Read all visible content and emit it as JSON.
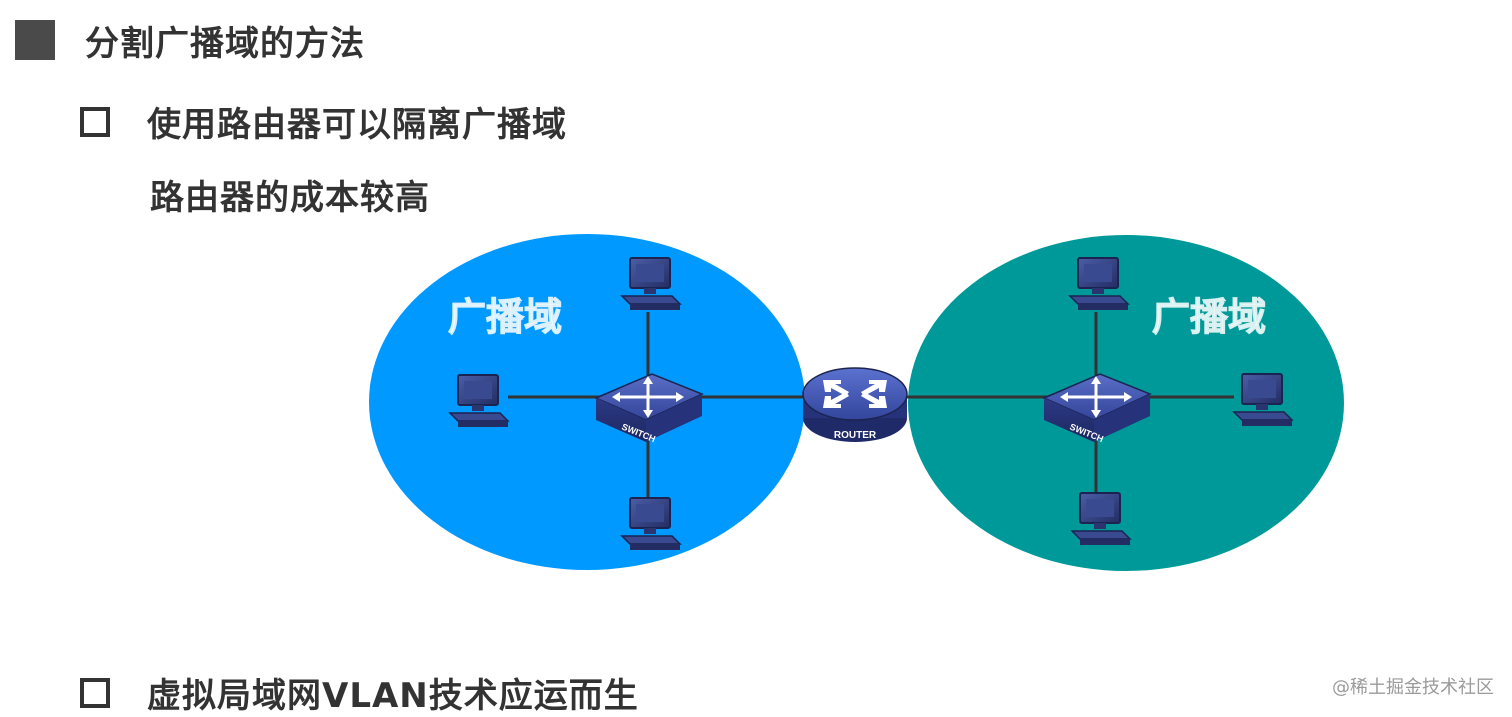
{
  "heading": {
    "title": "分割广播域的方法"
  },
  "bullets": [
    {
      "text": "使用路由器可以隔离广播域"
    },
    {
      "text": "虚拟局域网VLAN技术应运而生"
    }
  ],
  "sub_note": "路由器的成本较高",
  "diagram": {
    "domains": [
      {
        "label": "广播域",
        "color": "#0099ff"
      },
      {
        "label": "广播域",
        "color": "#009999"
      }
    ],
    "devices": {
      "switch_label": "SWITCH",
      "router_label": "ROUTER"
    }
  },
  "watermark": "@稀土掘金技术社区"
}
